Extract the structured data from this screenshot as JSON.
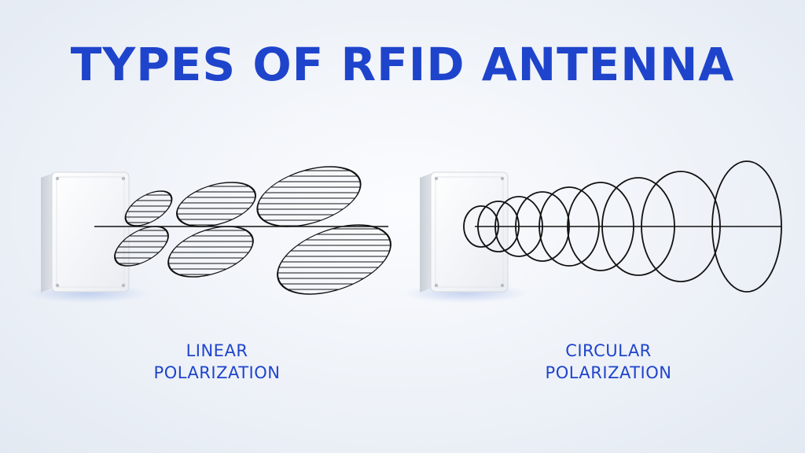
{
  "title": "TYPES OF RFID ANTENNA",
  "colors": {
    "accent": "#1f44cc",
    "line": "#111111",
    "panel": "#f4f5f7"
  },
  "linear": {
    "label_line1": "LINEAR",
    "label_line2": "POLARIZATION"
  },
  "circular": {
    "label_line1": "CIRCULAR",
    "label_line2": "POLARIZATION"
  }
}
